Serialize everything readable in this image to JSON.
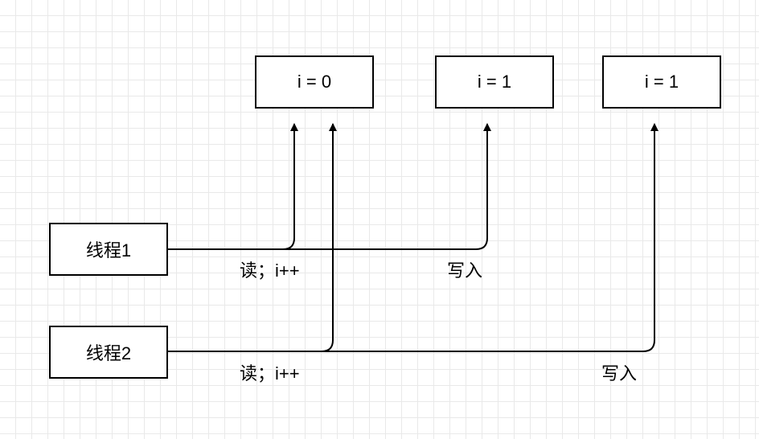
{
  "nodes": {
    "state_a": "i = 0",
    "state_b": "i = 1",
    "state_c": "i = 1",
    "thread1": "线程1",
    "thread2": "线程2"
  },
  "edge_labels": {
    "t1_read": "读；i++",
    "t1_write": "写入",
    "t2_read": "读；i++",
    "t2_write": "写入"
  }
}
